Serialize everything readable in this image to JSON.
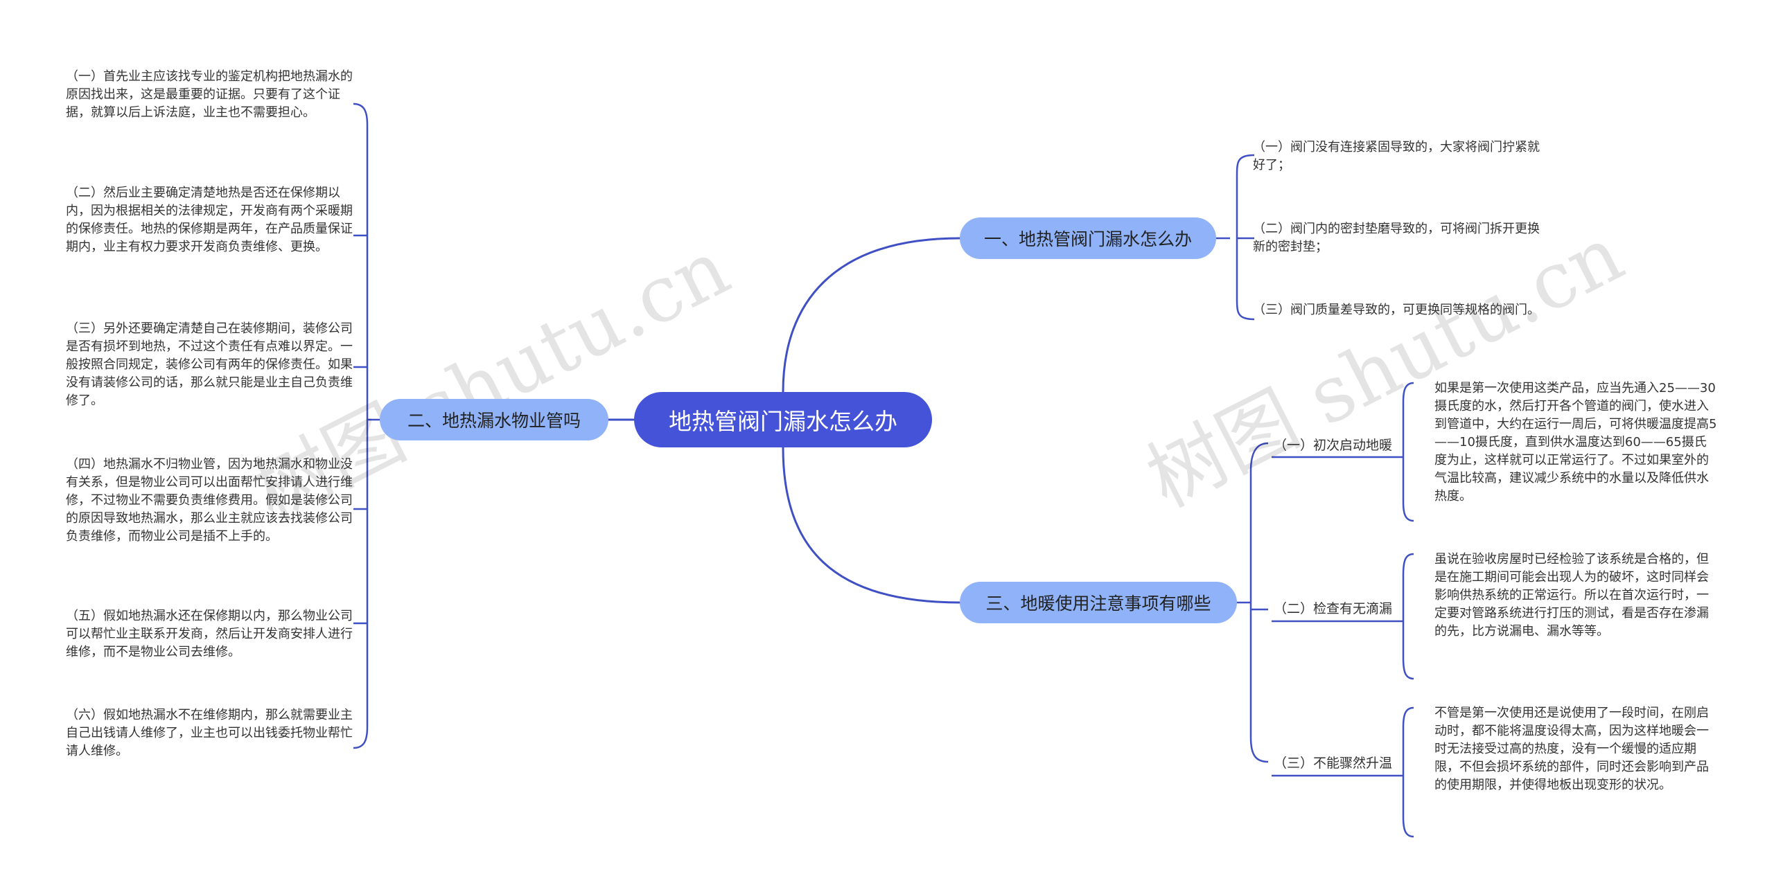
{
  "root": "地热管阀门漏水怎么办",
  "branches": {
    "b1": {
      "label": "一、地热管阀门漏水怎么办",
      "items": [
        "（一）阀门没有连接紧固导致的，大家将阀门拧紧就好了；",
        "（二）阀门内的密封垫磨导致的，可将阀门拆开更换新的密封垫；",
        "（三）阀门质量差导致的，可更换同等规格的阀门。"
      ]
    },
    "b2": {
      "label": "二、地热漏水物业管吗",
      "items": [
        "（一）首先业主应该找专业的鉴定机构把地热漏水的原因找出来，这是最重要的证据。只要有了这个证据，就算以后上诉法庭，业主也不需要担心。",
        "（二）然后业主要确定清楚地热是否还在保修期以内，因为根据相关的法律规定，开发商有两个采暖期的保修责任。地热的保修期是两年，在产品质量保证期内，业主有权力要求开发商负责维修、更换。",
        "（三）另外还要确定清楚自己在装修期间，装修公司是否有损坏到地热，不过这个责任有点难以界定。一般按照合同规定，装修公司有两年的保修责任。如果没有请装修公司的话，那么就只能是业主自己负责维修了。",
        "（四）地热漏水不归物业管，因为地热漏水和物业没有关系，但是物业公司可以出面帮忙安排请人进行维修，不过物业不需要负责维修费用。假如是装修公司的原因导致地热漏水，那么业主就应该去找装修公司负责维修，而物业公司是插不上手的。",
        "（五）假如地热漏水还在保修期以内，那么物业公司可以帮忙业主联系开发商，然后让开发商安排人进行维修，而不是物业公司去维修。",
        "（六）假如地热漏水不在维修期内，那么就需要业主自己出钱请人维修了，业主也可以出钱委托物业帮忙请人维修。"
      ]
    },
    "b3": {
      "label": "三、地暖使用注意事项有哪些",
      "subs": [
        {
          "label": "（一）初次启动地暖",
          "text": "如果是第一次使用这类产品，应当先通入25——30摄氏度的水，然后打开各个管道的阀门，使水进入到管道中，大约在运行一周后，可将供暖温度提高5——10摄氏度，直到供水温度达到60——65摄氏度为止，这样就可以正常运行了。不过如果室外的气温比较高，建议减少系统中的水量以及降低供水热度。"
        },
        {
          "label": "（二）检查有无滴漏",
          "text": "虽说在验收房屋时已经检验了该系统是合格的，但是在施工期间可能会出现人为的破坏，这时同样会影响供热系统的正常运行。所以在首次运行时，一定要对管路系统进行打压的测试，看是否存在渗漏的先，比方说漏电、漏水等等。"
        },
        {
          "label": "（三）不能骤然升温",
          "text": "不管是第一次使用还是说使用了一段时间，在刚启动时，都不能将温度设得太高，因为这样地暖会一时无法接受过高的热度，没有一个缓慢的适应期限，不但会损坏系统的部件，同时还会影响到产品的使用期限，并使得地板出现变形的状况。"
        }
      ]
    }
  },
  "watermarks": [
    "树图 shutu.cn",
    "树图 shutu.cn"
  ],
  "colors": {
    "root": "#4553d8",
    "branch": "#8fb2f8",
    "line": "#3f4fc4"
  }
}
